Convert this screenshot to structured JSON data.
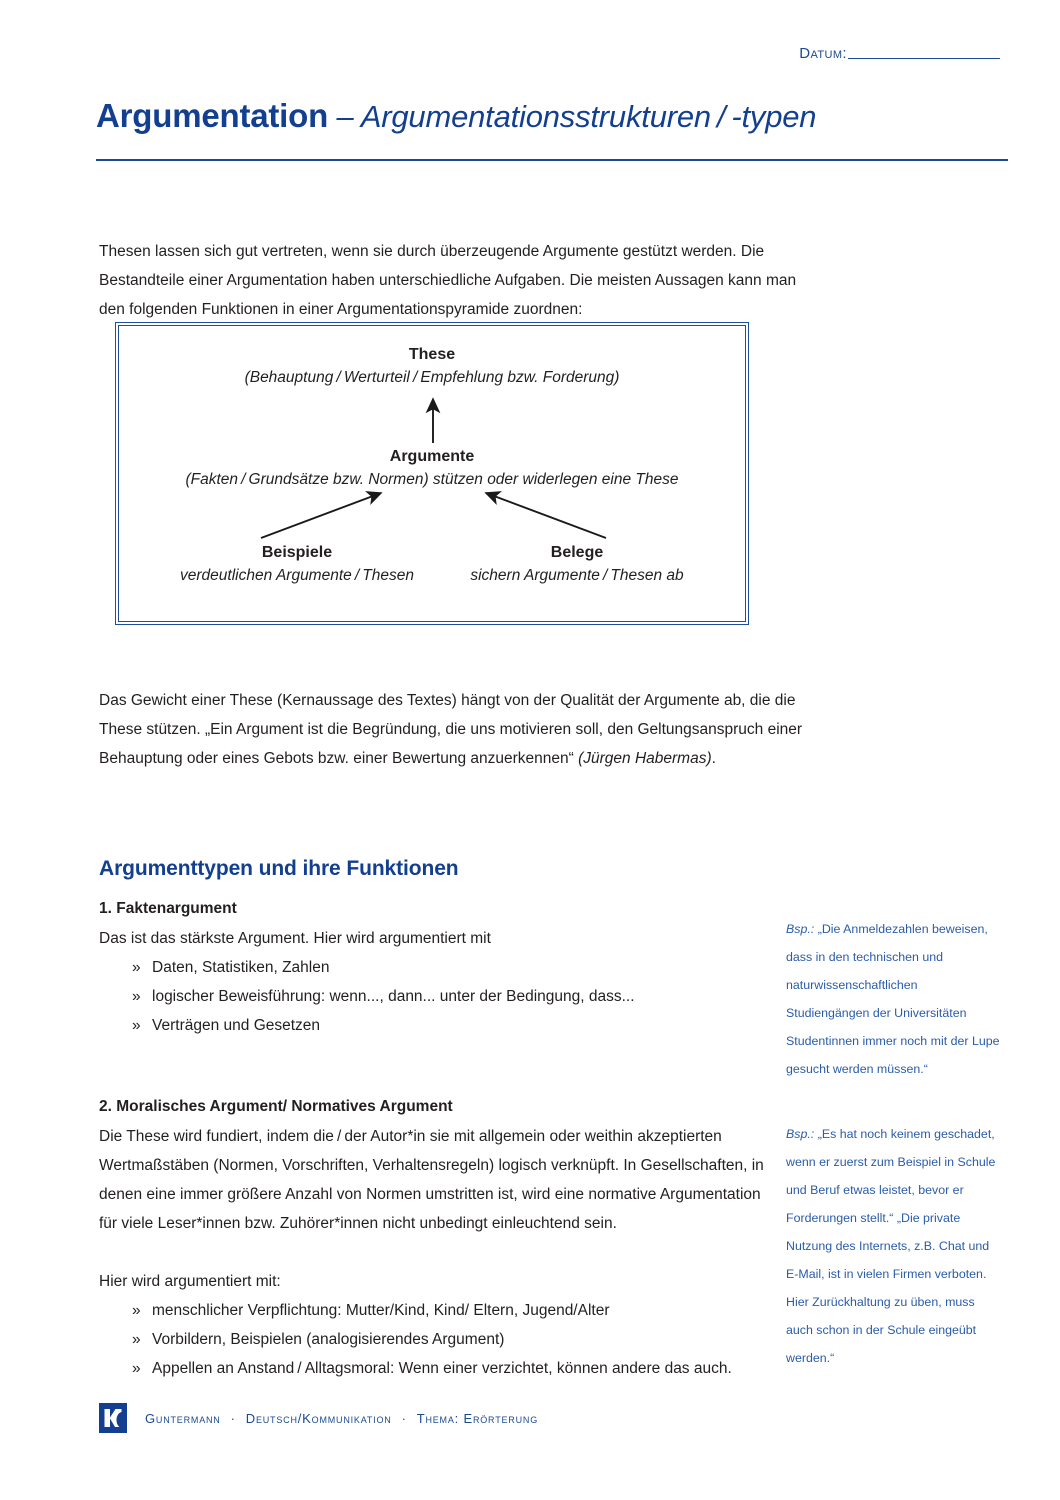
{
  "header": {
    "datum_label": "Datum:",
    "title_strong": "Argumentation",
    "title_rest": " – Argumentationsstrukturen / -typen"
  },
  "intro": {
    "text": "Thesen lassen sich gut vertreten, wenn sie durch überzeugende Argumente gestützt werden. Die Bestandteile einer Argumentation haben unterschiedliche Aufgaben. Die meisten Aussagen kann man den folgenden Funktionen in einer Argumentationspyramide zuordnen:"
  },
  "diagram": {
    "these_title": "These",
    "these_sub": "(Behauptung / Werturteil / Empfehlung bzw. Forderung)",
    "argumente_title": "Argumente",
    "argumente_sub": "(Fakten / Grundsätze bzw. Normen) stützen oder widerlegen eine These",
    "beispiele_title": "Beispiele",
    "beispiele_sub": "verdeutlichen Argumente / Thesen",
    "belege_title": "Belege",
    "belege_sub": "sichern Argumente / Thesen ab"
  },
  "para2": {
    "part1": "Das Gewicht einer These (Kernaussage des Textes) hängt von der Qualität der Argumente ab, die die These stützen. „Ein Argument ist die Begründung, die uns motivieren soll, den Geltungsanspruch einer Behauptung oder eines Gebots bzw. einer Bewertung anzuerkennen“ ",
    "citation": "(Jürgen Habermas)",
    "part2": "."
  },
  "section": {
    "heading": "Argumenttypen und ihre Funktionen"
  },
  "arg1": {
    "heading": "1. Faktenargument",
    "lead": "Das ist das stärkste Argument. Hier wird argumentiert mit",
    "bullet_marker": "»",
    "bullets": [
      "Daten, Statistiken, Zahlen",
      "logischer Beweisführung: wenn..., dann... unter der Bedingung, dass...",
      "Verträgen und Gesetzen"
    ]
  },
  "arg2": {
    "heading": "2. Moralisches Argument/ Normatives Argument",
    "lead": "Die These wird fundiert, indem die / der Autor*in sie mit allgemein oder weithin akzeptierten Wertmaßstäben (Normen, Vorschriften, Verhaltensregeln) logisch verknüpft. In Gesellschaften, in denen eine immer größere Anzahl von Normen umstritten ist, wird eine normative Argumentation für viele Leser*innen bzw. Zuhörer*innen nicht unbedingt einleuchtend sein.",
    "lead2": "Hier wird argumentiert mit:",
    "bullet_marker": "»",
    "bullets": [
      "menschlicher Verpflichtung: Mutter/Kind, Kind/ Eltern, Jugend/Alter",
      "Vorbildern, Beispielen (analogisierendes Argument)",
      "Appellen an Anstand / Alltagsmoral: Wenn einer verzichtet, können andere das auch."
    ]
  },
  "notes": {
    "note1_lead": "Bsp.:",
    "note1_text": " „Die Anmeldezahlen beweisen, dass in den technischen und naturwissenschaftlichen Studiengängen der Universitäten Studentinnen immer noch mit der Lupe gesucht werden müssen.“",
    "note2_lead": "Bsp.:",
    "note2_text": "  „Es hat noch keinem geschadet, wenn er zuerst zum Beispiel in Schule und Beruf etwas leistet, bevor er Forderungen stellt.“ „Die private Nutzung des Internets, z.B. Chat und E-Mail, ist in vielen Firmen verboten. Hier Zurückhaltung zu üben, muss auch schon in der Schule eingeübt werden.“"
  },
  "footer": {
    "publisher": "Guntermann",
    "separator": "·",
    "subject": "Deutsch/Kommunikation",
    "topic": "Thema: Erörterung"
  },
  "colors": {
    "brand_blue": "#123f8f",
    "rule_blue": "#1a4a8f",
    "note_blue": "#2a5caa",
    "box_border": "#1f4f9a",
    "text": "#231f20"
  }
}
